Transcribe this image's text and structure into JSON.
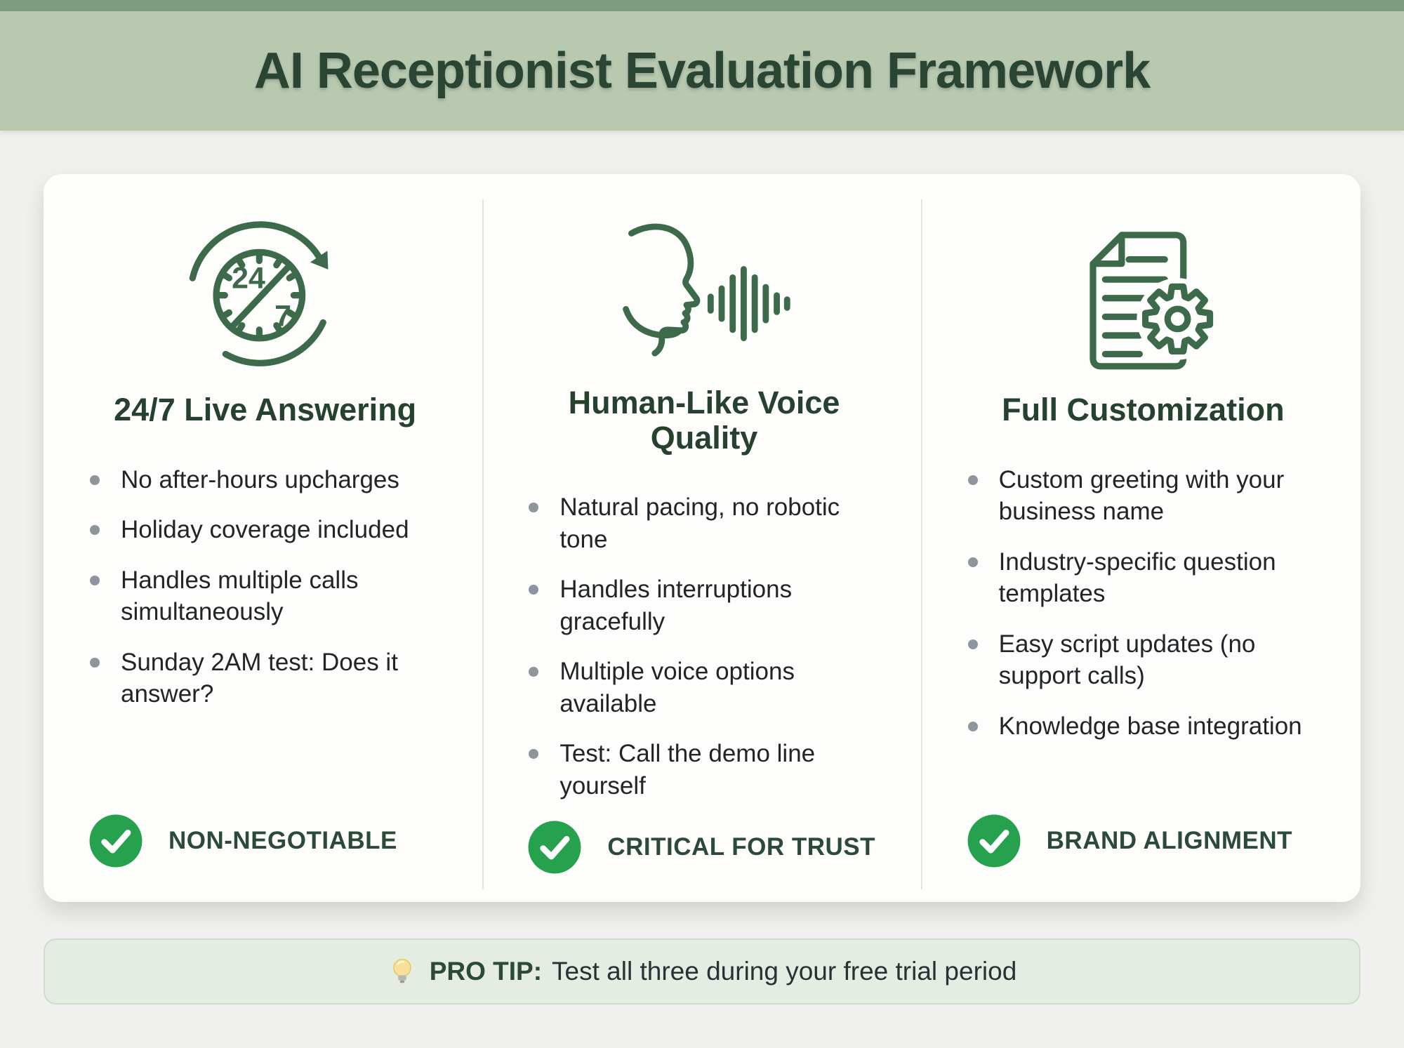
{
  "header": {
    "title": "AI Receptionist Evaluation Framework"
  },
  "columns": [
    {
      "icon": "24-7-clock-icon",
      "icon_text_24": "24",
      "icon_text_7": "7",
      "title": "24/7 Live Answering",
      "bullets": [
        "No after-hours upcharges",
        "Holiday coverage included",
        "Handles multiple calls simultaneously",
        "Sunday 2AM test: Does it answer?"
      ],
      "badge": "NON-NEGOTIABLE"
    },
    {
      "icon": "voice-profile-icon",
      "title": "Human-Like Voice Quality",
      "bullets": [
        "Natural pacing, no robotic tone",
        "Handles interruptions gracefully",
        "Multiple voice options available",
        "Test: Call the demo line yourself"
      ],
      "badge": "CRITICAL FOR TRUST"
    },
    {
      "icon": "document-gear-icon",
      "title": "Full Customization",
      "bullets": [
        "Custom greeting with your business name",
        "Industry-specific question templates",
        "Easy script updates (no support calls)",
        "Knowledge base integration"
      ],
      "badge": "BRAND ALIGNMENT"
    }
  ],
  "footer": {
    "tip_label": "PRO TIP:",
    "tip_text": "Test all three during your free trial period"
  },
  "colors": {
    "top_strip": "#7e9c7e",
    "header_band": "#b8c9b0",
    "title_text": "#2b4534",
    "icon_green": "#3d6a4a",
    "badge_green": "#26a24e",
    "badge_text": "#2c4a38",
    "footer_bg": "#e5ede2",
    "page_bg": "#f0f0ee"
  }
}
